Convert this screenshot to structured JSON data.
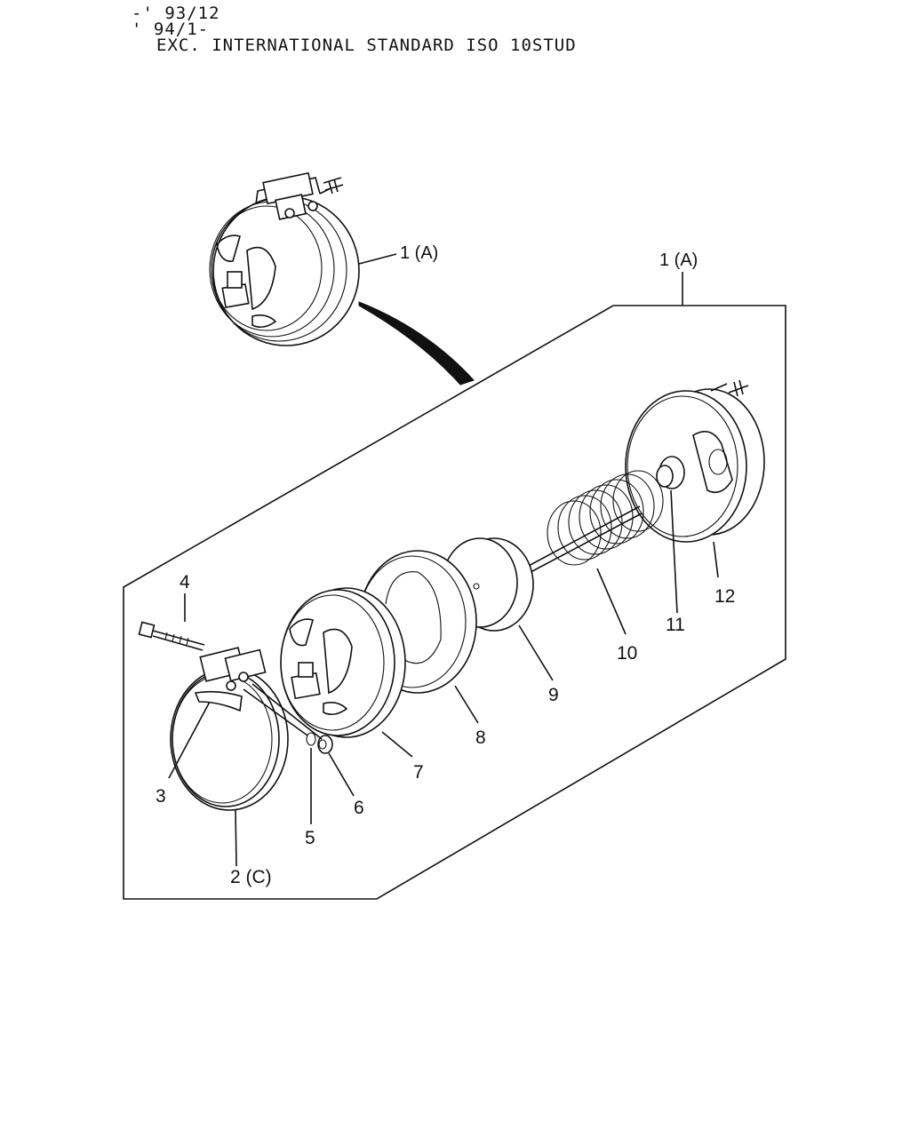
{
  "header": {
    "line1": "-' 93/12",
    "line2": "' 94/1-",
    "line3": "EXC. INTERNATIONAL STANDARD ISO 10STUD"
  },
  "callouts": {
    "assembly_top": "1 (A)",
    "assembly_frame": "1 (A)",
    "part_2": "2 (C)",
    "part_3": "3",
    "part_4": "4",
    "part_5": "5",
    "part_6": "6",
    "part_7": "7",
    "part_8": "8",
    "part_9": "9",
    "part_10": "10",
    "part_11": "11",
    "part_12": "12"
  }
}
